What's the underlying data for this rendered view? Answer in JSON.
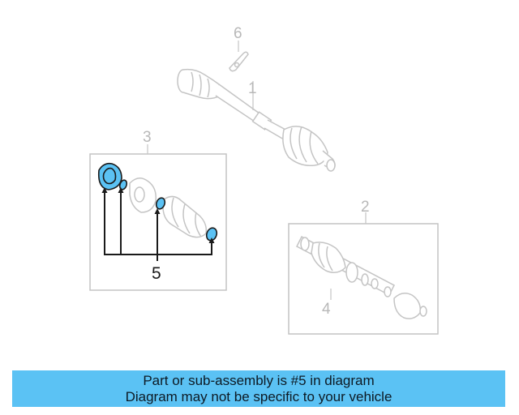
{
  "callouts": {
    "c1": "1",
    "c2": "2",
    "c3": "3",
    "c4": "4",
    "c5": "5",
    "c6": "6"
  },
  "highlight_color": "#5bc2f4",
  "banner": {
    "line1": "Part or sub-assembly is #5 in diagram",
    "line2": "Diagram may not be specific to your vehicle"
  }
}
